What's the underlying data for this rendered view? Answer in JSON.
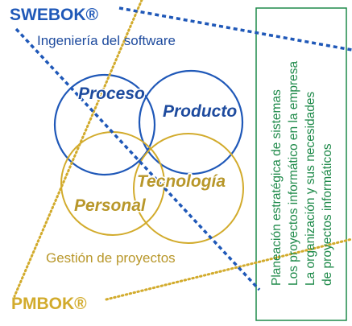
{
  "colors": {
    "swebok": "#1f58b8",
    "pmbok": "#d2ab2c",
    "process_circle": "#1f58b8",
    "people_circle": "#d2ab2c",
    "frame": "#1f8a4a",
    "label_blue": "#1e4b9e",
    "label_gold": "#b8972a"
  },
  "swebok": {
    "title": "SWEBOK®",
    "subtitle": "Ingeniería del software"
  },
  "pmbok": {
    "title": "PMBOK®",
    "subtitle": "Gestión de proyectos"
  },
  "circles": {
    "proceso": "Proceso",
    "producto": "Producto",
    "tecnologia": "Tecnología",
    "personal": "Personal"
  },
  "organization": {
    "lines": [
      "Planeación estratégica de sistemas",
      "Los proyectos informático en la empresa",
      "La organización y sus necesidades",
      "de proyectos informáticos"
    ]
  }
}
